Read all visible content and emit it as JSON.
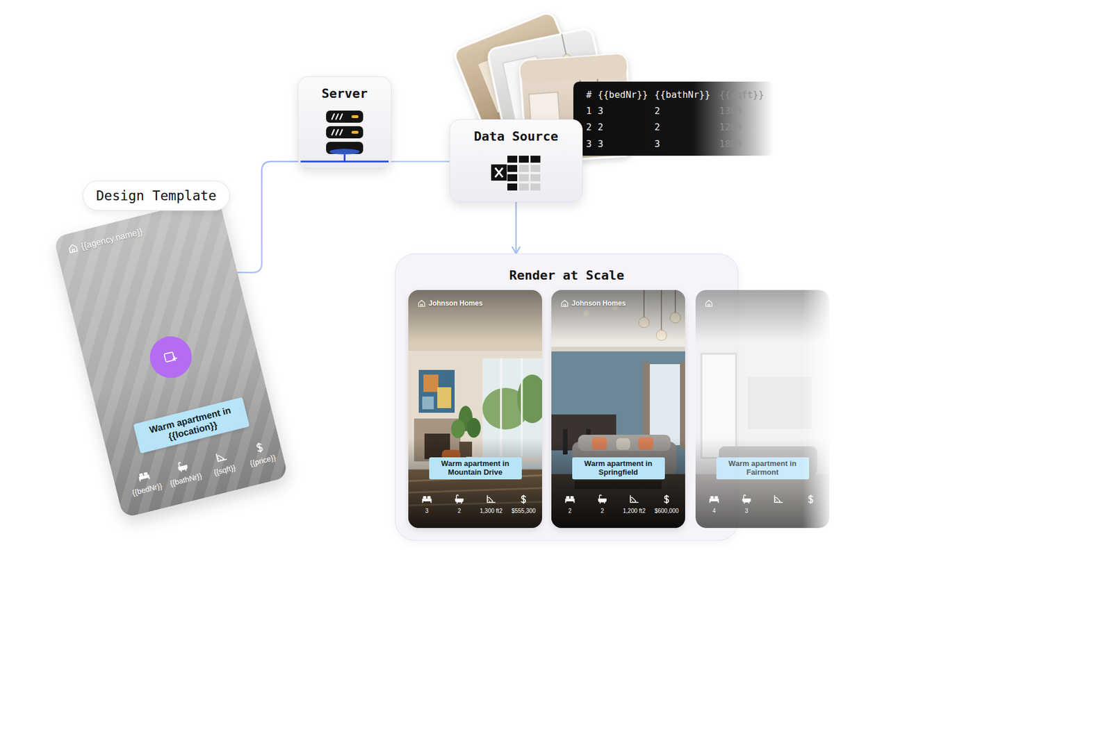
{
  "diagram": {
    "nodes": [
      {
        "text": [
          "Design Template",
          "{{agency.name}}",
          "{{bedNr}}",
          "{{bathNr}}",
          "{{sqft}}",
          "{{price}}"
        ]
      },
      {
        "text": [
          "Warm apartment in {{location}}"
        ],
        "in": 0
      },
      {
        "text": [
          "Server"
        ]
      },
      {
        "text": [
          "Data Source"
        ]
      },
      {
        "text": [
          "Render at Scale"
        ]
      },
      {
        "text": [
          "Johnson Homes",
          "3",
          "2",
          "1,300 ft2",
          "$555,300"
        ],
        "in": 4
      },
      {
        "text": [
          "Warm apartment in Mountain Drive"
        ],
        "in": 5
      },
      {
        "text": [
          "Johnson Homes",
          "2",
          "2",
          "1,200 ft2",
          "$600,000"
        ],
        "in": 4
      },
      {
        "text": [
          "Warm apartment in Springfield"
        ],
        "in": 7
      },
      {
        "text": [
          "4",
          "3"
        ],
        "in": 4
      },
      {
        "text": [
          "Warm apartment in Fairmont"
        ],
        "in": 9
      }
    ],
    "edges": [
      {
        "from": 0,
        "to": 2,
        "arrow": "none"
      },
      {
        "from": 2,
        "to": 3,
        "arrow": "none"
      },
      {
        "from": 3,
        "to": 4,
        "arrow": "to"
      }
    ],
    "labels": [
      "#",
      "{{bedNr}}",
      "{{bathNr}}",
      "{{sqft}}",
      "1",
      "3",
      "2",
      "1300",
      "2",
      "2",
      "2",
      "1200",
      "3",
      "3",
      "3",
      "1800"
    ]
  }
}
